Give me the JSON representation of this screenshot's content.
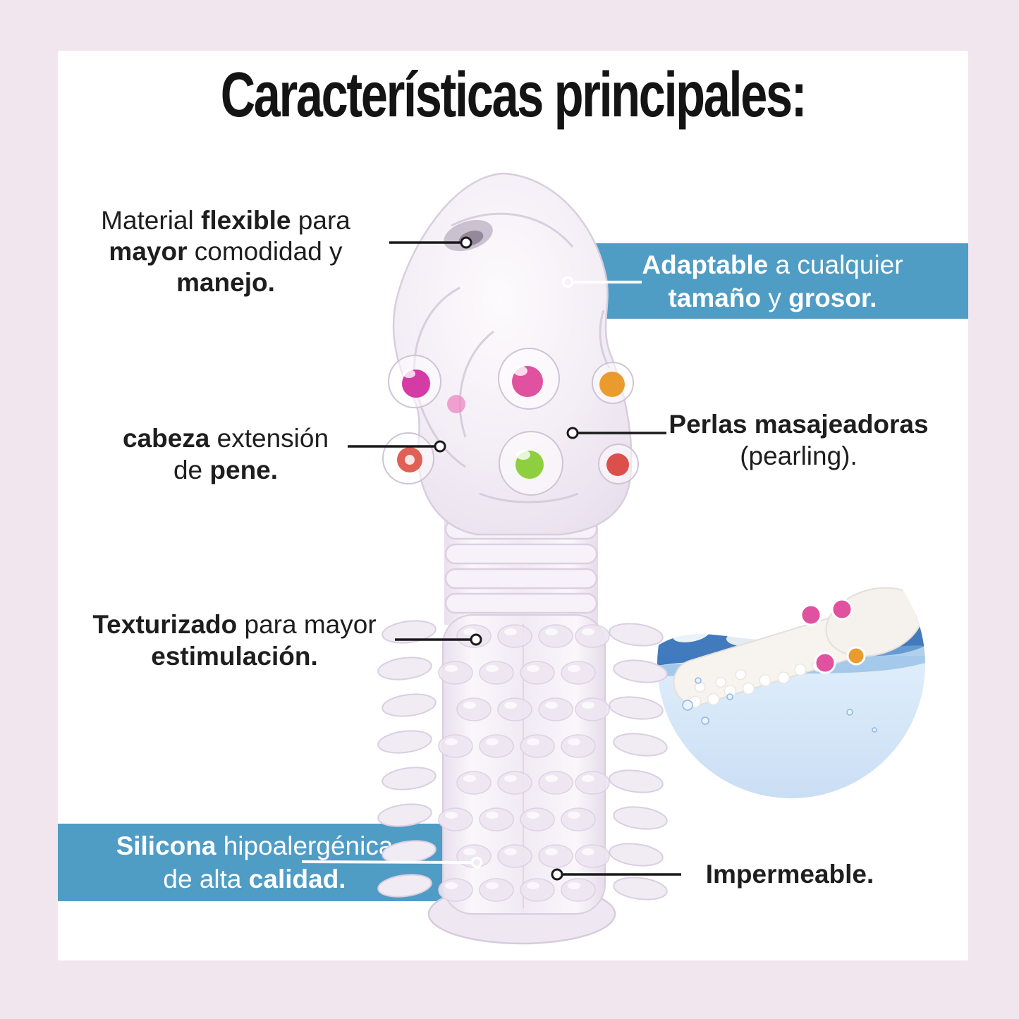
{
  "title": "Características principales:",
  "colors": {
    "page_bg": "#f1e6ed",
    "card_bg": "#ffffff",
    "banner_blue": "#4f9cc5",
    "text": "#1e1e1e",
    "connector_black": "#1a1a1a",
    "connector_white": "#ffffff",
    "bead_magenta": "#d43ba4",
    "bead_pink": "#e0519f",
    "bead_green": "#8ecf3f",
    "bead_orange": "#ea9b2e",
    "bead_red": "#dd4f4a",
    "bead_coral": "#df6054",
    "water_dark": "#2e6cb7",
    "water_mid": "#7fb0e0",
    "water_light": "#dfeefb"
  },
  "annotations": {
    "material": {
      "l1a": "Material ",
      "l1b": "flexible",
      "l1c": " para",
      "l2a": "mayor",
      "l2b": " comodidad y",
      "l3a": "manejo."
    },
    "adaptable": {
      "l1a": "Adaptable",
      "l1b": " a cualquier",
      "l2a": "tamaño",
      "l2b": " y ",
      "l2c": "grosor."
    },
    "cabeza": {
      "l1a": "cabeza",
      "l1b": " extensión",
      "l2a": "de ",
      "l2b": "pene."
    },
    "perlas": {
      "l1": "Perlas masajeadoras",
      "l2": "(pearling)."
    },
    "texturizado": {
      "l1a": "Texturizado",
      "l1b": " para mayor",
      "l2a": "estimulación."
    },
    "silicona": {
      "l1a": "Silicona",
      "l1b": " hipoalergénica",
      "l2a": "de alta ",
      "l2b": "calidad."
    },
    "impermeable": {
      "l1": "Impermeable."
    }
  }
}
